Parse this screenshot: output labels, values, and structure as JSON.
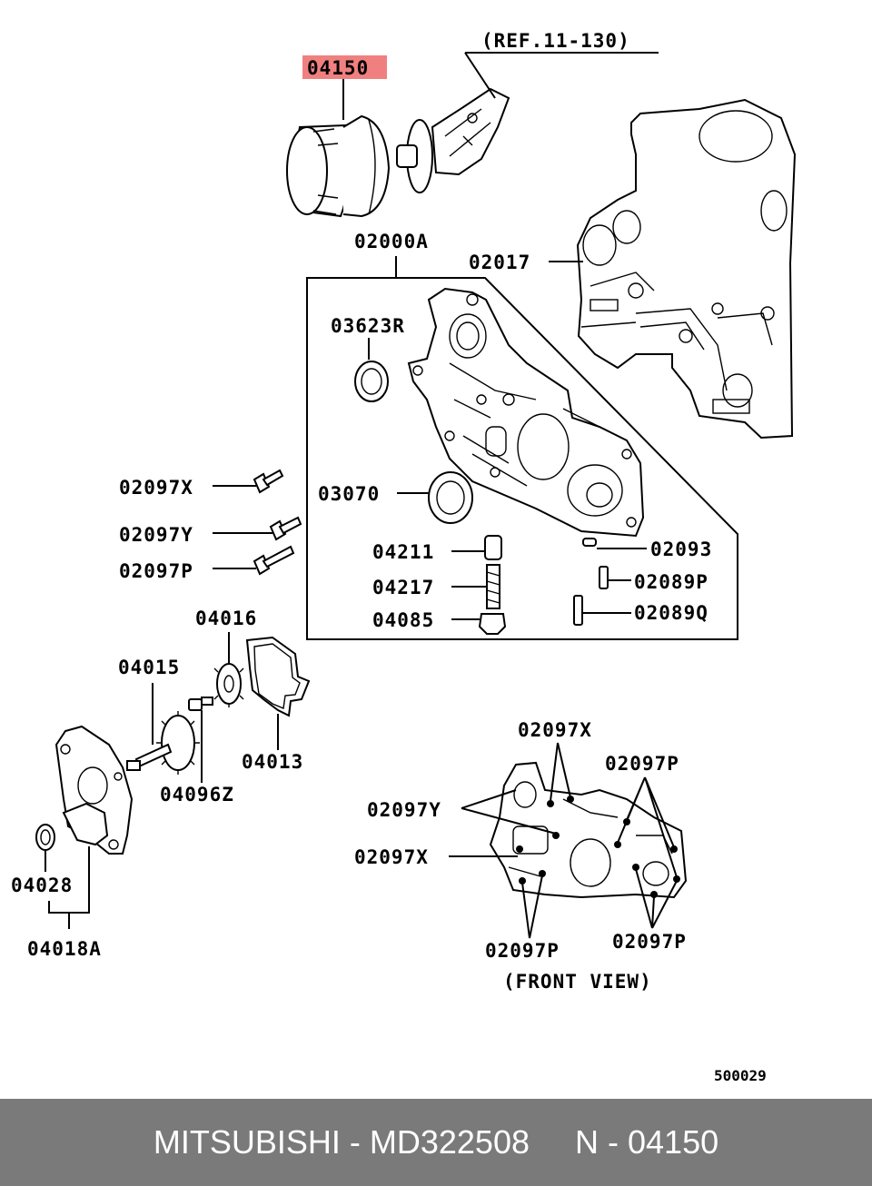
{
  "labels": {
    "ref": "(REF.11-130)",
    "p04150": "04150",
    "p02000A": "02000A",
    "p02017": "02017",
    "p03623R": "03623R",
    "p03070": "03070",
    "p04211": "04211",
    "p04217": "04217",
    "p04085": "04085",
    "p02093": "02093",
    "p02089P": "02089P",
    "p02089Q": "02089Q",
    "p02097X_a": "02097X",
    "p02097Y_a": "02097Y",
    "p02097P_a": "02097P",
    "p04016": "04016",
    "p04015": "04015",
    "p04013": "04013",
    "p04096Z": "04096Z",
    "p04028": "04028",
    "p04018A": "04018A",
    "p02097X_b": "02097X",
    "p02097P_b": "02097P",
    "p02097Y_b": "02097Y",
    "p02097X_c": "02097X",
    "p02097P_c": "02097P",
    "p02097P_d": "02097P",
    "front_view": "(FRONT VIEW)",
    "diagram_code": "500029"
  },
  "highlight_color": "#f08080",
  "footer": {
    "text": "MITSUBISHI - MD322508     N - 04150",
    "background": "#7a7a7a"
  }
}
